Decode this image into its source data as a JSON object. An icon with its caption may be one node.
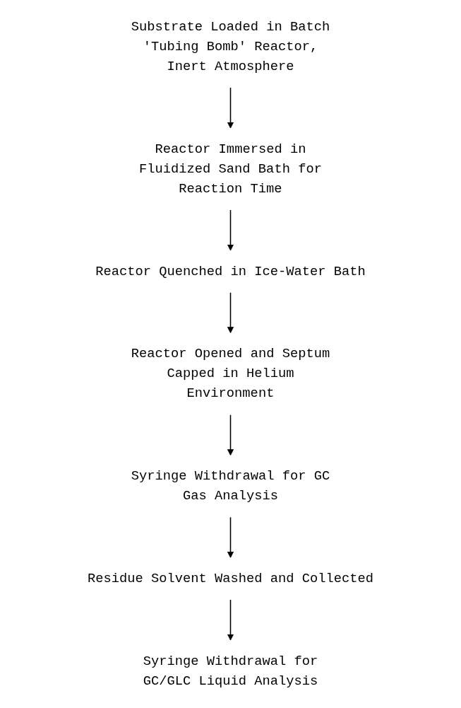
{
  "diagram": {
    "nodes": [
      {
        "text": [
          "Substrate Loaded in Batch 'Tubing Bomb' Reactor, Inert Atmosphere"
        ]
      },
      {
        "text": [
          "Reactor Immersed in Fluidized Sand Bath for Reaction Time"
        ]
      },
      {
        "text": [
          "Reactor Quenched in Ice-Water Bath"
        ]
      },
      {
        "text": [
          "Reactor Opened and Septum Capped in Helium Environment"
        ]
      },
      {
        "text": [
          "Syringe Withdrawal for GC Gas Analysis"
        ]
      },
      {
        "text": [
          "Residue Solvent Washed and Collected"
        ]
      },
      {
        "text": [
          "Syringe Withdrawal for GC/GLC Liquid Analysis"
        ]
      }
    ],
    "edges": [
      {
        "from": 0,
        "to": 1,
        "arrow": "to"
      },
      {
        "from": 1,
        "to": 2,
        "arrow": "to"
      },
      {
        "from": 2,
        "to": 3,
        "arrow": "to"
      },
      {
        "from": 3,
        "to": 4,
        "arrow": "to"
      },
      {
        "from": 4,
        "to": 5,
        "arrow": "to"
      },
      {
        "from": 5,
        "to": 6,
        "arrow": "to"
      }
    ]
  }
}
